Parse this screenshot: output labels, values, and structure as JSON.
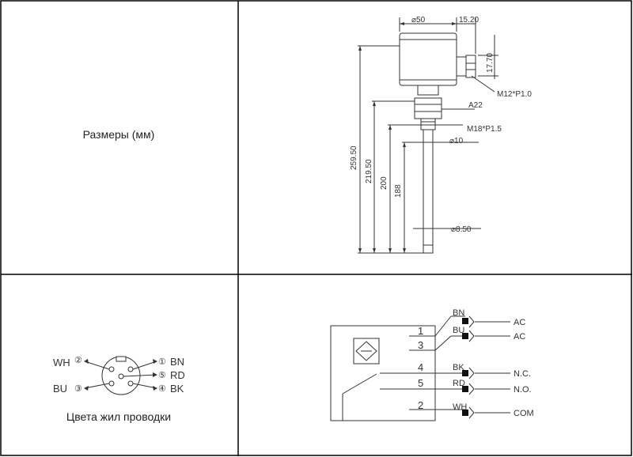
{
  "labels": {
    "dimensions": "Размеры (мм)",
    "wire_colors": "Цвета жил проводки"
  },
  "dimension_drawing": {
    "dia_body": "⌀50",
    "connector_offset": "15.20",
    "connector_height": "17.70",
    "connector_thread": "M12*P1.0",
    "wrench": "A22",
    "process_thread": "M18*P1.5",
    "dia_probe_top": "⌀10",
    "dia_probe": "⌀8.50",
    "len_total": "259.50",
    "len_2": "219.50",
    "len_3": "200",
    "len_4": "188"
  },
  "connector_pinout": {
    "pins": [
      {
        "num": "①",
        "color": "BN"
      },
      {
        "num": "⑤",
        "color": "RD"
      },
      {
        "num": "④",
        "color": "BK"
      },
      {
        "num": "②",
        "color": "WH"
      },
      {
        "num": "③",
        "color": "BU"
      }
    ]
  },
  "wiring": {
    "terminals": [
      {
        "num": "1",
        "color": "BN",
        "signal": "AC"
      },
      {
        "num": "3",
        "color": "BU",
        "signal": "AC"
      },
      {
        "num": "4",
        "color": "BK",
        "signal": "N.C."
      },
      {
        "num": "5",
        "color": "RD",
        "signal": "N.O."
      },
      {
        "num": "2",
        "color": "WH",
        "signal": "COM"
      }
    ]
  }
}
